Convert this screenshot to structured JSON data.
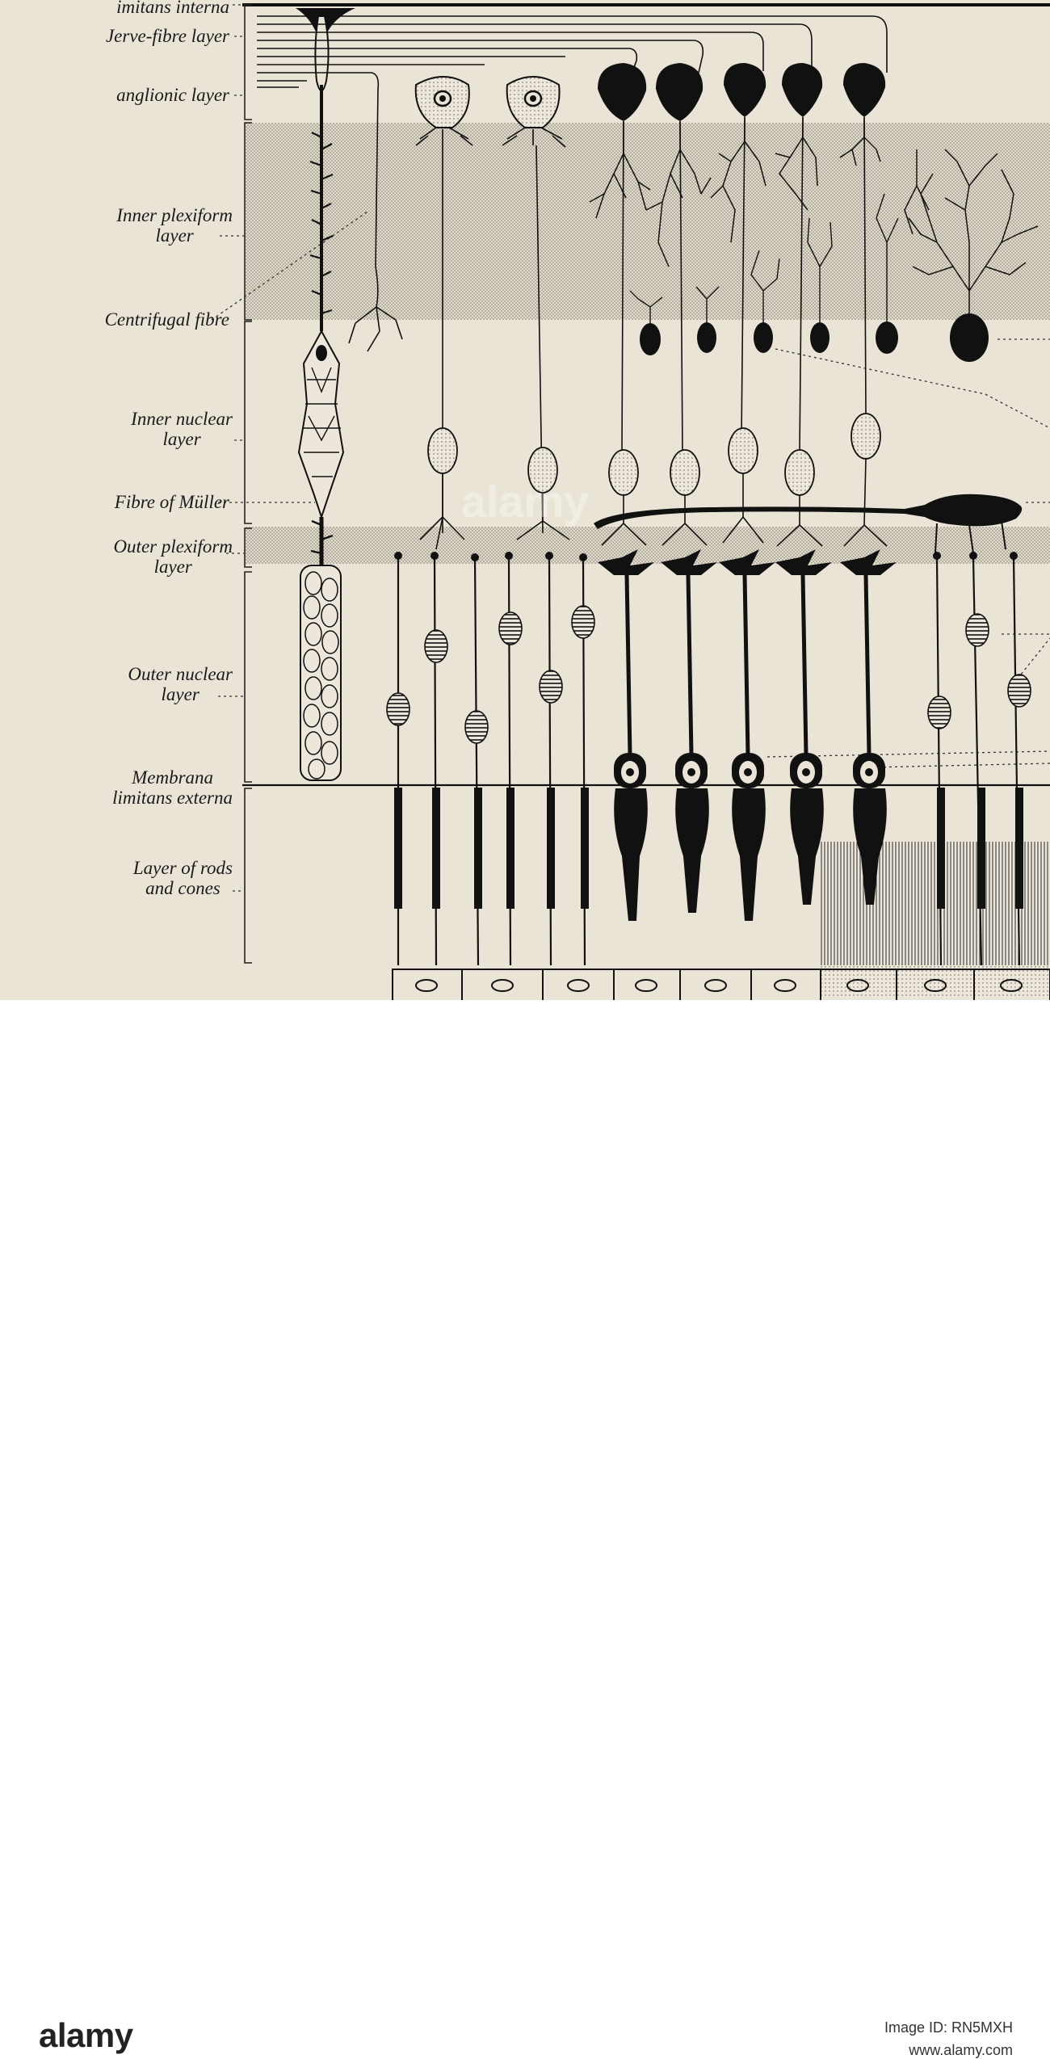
{
  "labels": {
    "limitans_interna": "imitans interna",
    "nerve_fibre": "Jerve-fibre layer",
    "ganglionic": "anglionic layer",
    "inner_plexiform": "Inner plexiform\nlayer",
    "centrifugal": "Centrifugal fibre",
    "inner_nuclear": "Inner nuclear\nlayer",
    "muller": "Fibre of Müller",
    "outer_plexiform": "Outer plexiform\nlayer",
    "outer_nuclear": "Outer nuclear\nlayer",
    "limitans_externa": "Membrana\nlimitans externa",
    "rods_cones": "Layer of rods\nand cones"
  },
  "watermark": "alamy",
  "footer": {
    "brand": "alamy",
    "image_id": "Image ID: RN5MXH",
    "site": "www.alamy.com"
  }
}
